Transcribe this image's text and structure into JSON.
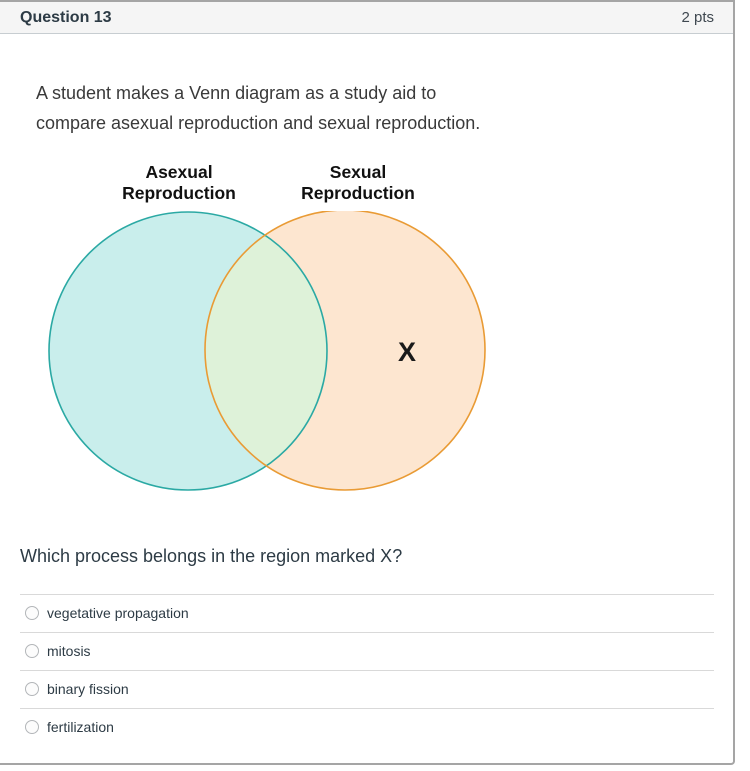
{
  "header": {
    "title": "Question 13",
    "points": "2 pts"
  },
  "question": {
    "text_line1": "A student makes a Venn diagram as a study aid to",
    "text_line2": "compare asexual reproduction and sexual reproduction.",
    "prompt": "Which process belongs in the region marked X?"
  },
  "diagram": {
    "left_label_line1": "Asexual",
    "left_label_line2": "Reproduction",
    "right_label_line1": "Sexual",
    "right_label_line2": "Reproduction",
    "marker": "X",
    "colors": {
      "left_fill": "#c9eeec",
      "left_stroke": "#2ba9a4",
      "right_fill": "#fde6d0",
      "right_stroke": "#e99b35",
      "overlap_fill": "#def2d9"
    }
  },
  "options": [
    {
      "label": "vegetative propagation"
    },
    {
      "label": "mitosis"
    },
    {
      "label": "binary fission"
    },
    {
      "label": "fertilization"
    }
  ]
}
